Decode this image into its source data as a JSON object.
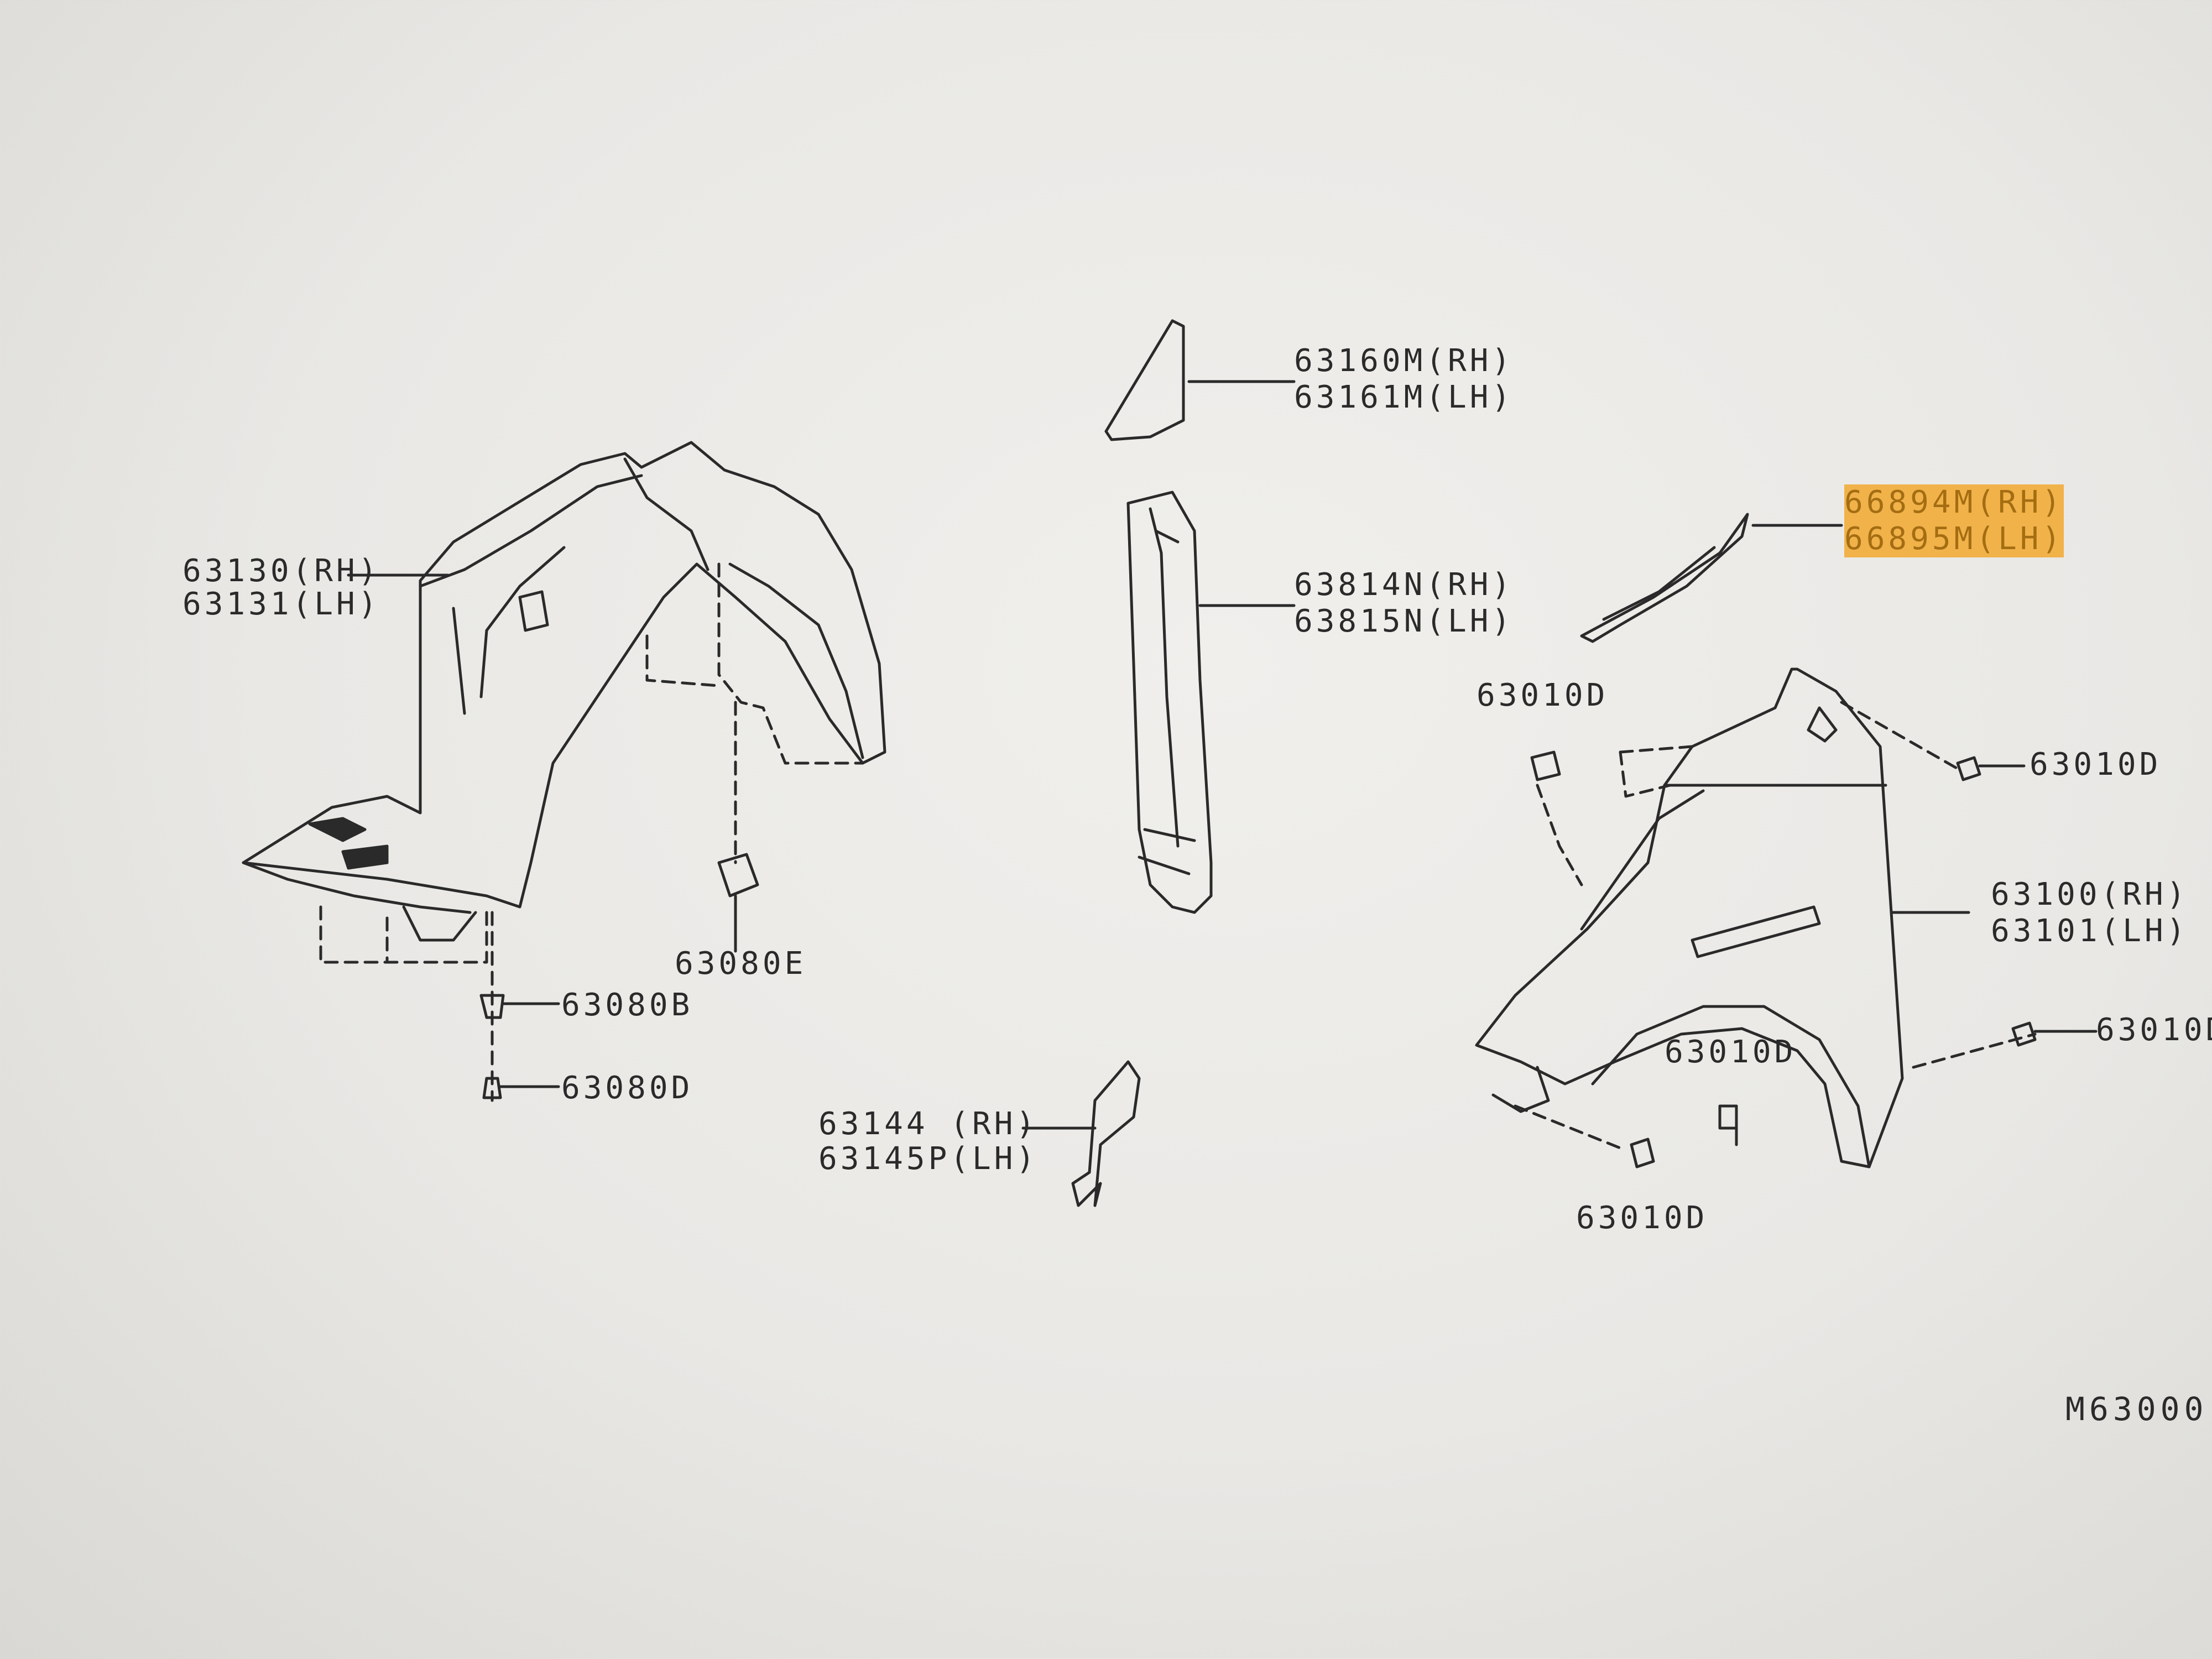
{
  "diagram": {
    "parts": {
      "corner_bracket": {
        "rh": "63160M(RH)",
        "lh": "63161M(LH)"
      },
      "molding": {
        "rh": "66894M(RH)",
        "lh": "66895M(LH)"
      },
      "fender_protector": {
        "rh": "63130(RH)",
        "lh": "63131(LH)"
      },
      "seal": {
        "rh": "63814N(RH)",
        "lh": "63815N(LH)"
      },
      "clip_e": "63080E",
      "clip_b": "63080B",
      "clip_d": "63080D",
      "bracket": {
        "rh": "63144 (RH)",
        "lh": "63145P(LH)"
      },
      "front_fender": {
        "rh": "63100(RH)",
        "lh": "63101(LH)"
      },
      "bolt": "63010D"
    },
    "figure_ref": "M63000",
    "highlight_color": "#f1b24a",
    "line_color": "#2a2a2a"
  }
}
